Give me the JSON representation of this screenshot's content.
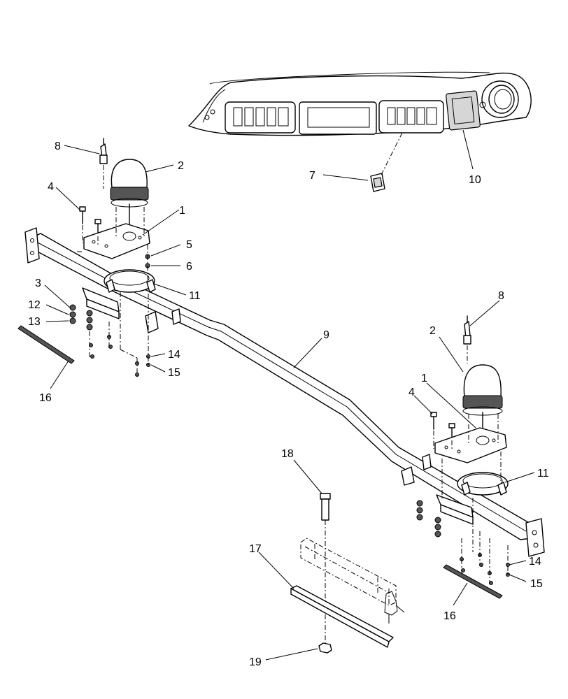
{
  "callouts": [
    {
      "id": "c1a",
      "text": "1"
    },
    {
      "id": "c1b",
      "text": "1"
    },
    {
      "id": "c2a",
      "text": "2"
    },
    {
      "id": "c2b",
      "text": "2"
    },
    {
      "id": "c3",
      "text": "3"
    },
    {
      "id": "c4a",
      "text": "4"
    },
    {
      "id": "c4b",
      "text": "4"
    },
    {
      "id": "c5",
      "text": "5"
    },
    {
      "id": "c6",
      "text": "6"
    },
    {
      "id": "c7",
      "text": "7"
    },
    {
      "id": "c8a",
      "text": "8"
    },
    {
      "id": "c8b",
      "text": "8"
    },
    {
      "id": "c9",
      "text": "9"
    },
    {
      "id": "c10",
      "text": "10"
    },
    {
      "id": "c11a",
      "text": "11"
    },
    {
      "id": "c11b",
      "text": "11"
    },
    {
      "id": "c12",
      "text": "12"
    },
    {
      "id": "c13",
      "text": "13"
    },
    {
      "id": "c14a",
      "text": "14"
    },
    {
      "id": "c14b",
      "text": "14"
    },
    {
      "id": "c15a",
      "text": "15"
    },
    {
      "id": "c15b",
      "text": "15"
    },
    {
      "id": "c16a",
      "text": "16"
    },
    {
      "id": "c16b",
      "text": "16"
    },
    {
      "id": "c17",
      "text": "17"
    },
    {
      "id": "c18",
      "text": "18"
    },
    {
      "id": "c19",
      "text": "19"
    }
  ]
}
